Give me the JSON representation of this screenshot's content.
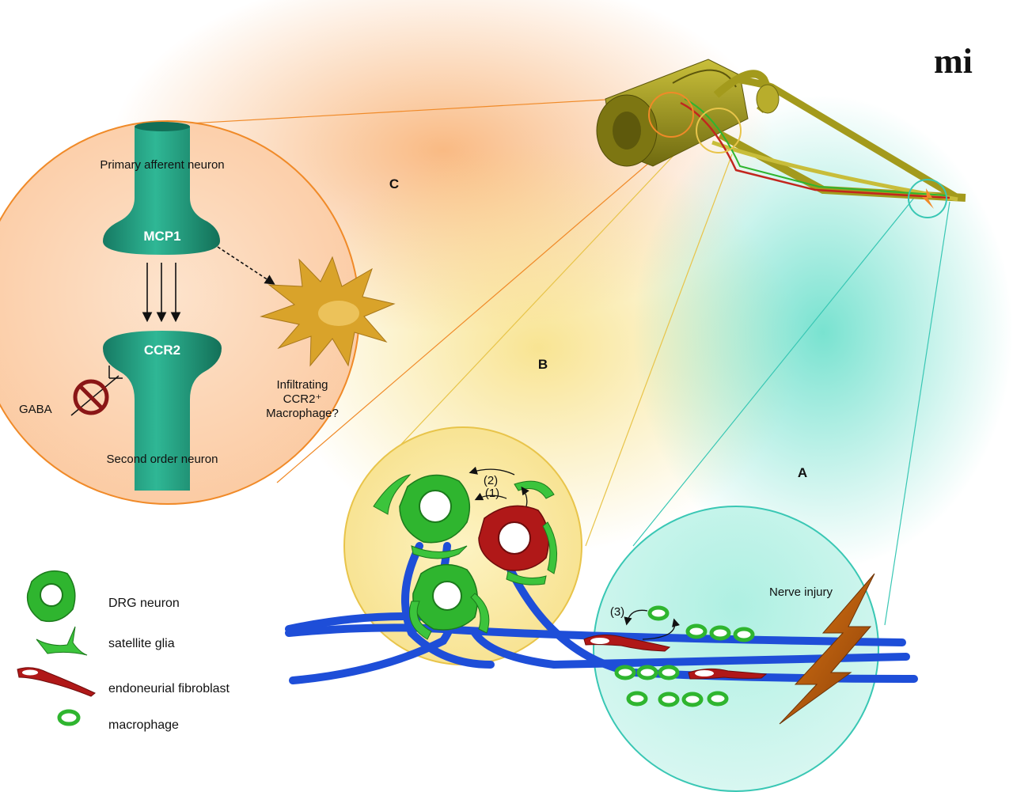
{
  "logo": "mi",
  "panels": {
    "a": "A",
    "b": "B",
    "c": "C"
  },
  "panel_c": {
    "primary_label": "Primary afferent neuron",
    "mcp1": "MCP1",
    "ccr2": "CCR2",
    "gaba": "GABA",
    "second_label": "Second order neuron",
    "macrophage_line1": "Infiltrating",
    "macrophage_line2": "CCR2⁺",
    "macrophage_line3": "Macrophage?"
  },
  "panel_b": {
    "step1": "(1)",
    "step2": "(2)"
  },
  "panel_a": {
    "step3": "(3)",
    "injury": "Nerve injury"
  },
  "legend": [
    {
      "label": "DRG neuron"
    },
    {
      "label": "satellite glia"
    },
    {
      "label": "endoneurial fibroblast"
    },
    {
      "label": "macrophage"
    }
  ],
  "colors": {
    "orange": "#f08a28",
    "yellow": "#e8c44a",
    "teal": "#39c7b4",
    "green": "#2fb52f",
    "red": "#b01818",
    "blue": "#1e4ed8",
    "cord": "#a39a1c",
    "neuron_teal": "#1e9a7c",
    "macrophage_gold": "#d9a32a"
  }
}
